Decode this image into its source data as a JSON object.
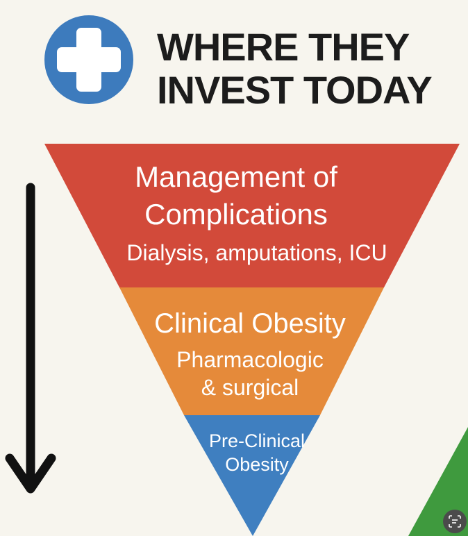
{
  "header": {
    "icon": "medical-cross-icon",
    "title_line1": "WHERE THEY",
    "title_line2": "INVEST TODAY"
  },
  "pyramid": {
    "tiers": [
      {
        "heading_lines": [
          "Management of",
          "Complications"
        ],
        "subtext": "Dialysis, amputations, ICU",
        "color": "#d24a3a"
      },
      {
        "heading": "Clinical Obesity",
        "subtext_lines": [
          "Pharmacologic",
          "& surgical"
        ],
        "color": "#e58a3a"
      },
      {
        "label_lines": [
          "Pre-Clinical",
          "Obesity"
        ],
        "color": "#3f7fc0"
      }
    ]
  },
  "arrow": {
    "icon": "down-arrow-icon",
    "color": "#111111"
  },
  "corner_shape": {
    "color": "#3f9a3e"
  },
  "colors": {
    "background": "#f7f5ee",
    "cross_circle": "#3d7bbd",
    "title": "#1c1c1c"
  },
  "overlay": {
    "icon": "scan-text-icon"
  }
}
